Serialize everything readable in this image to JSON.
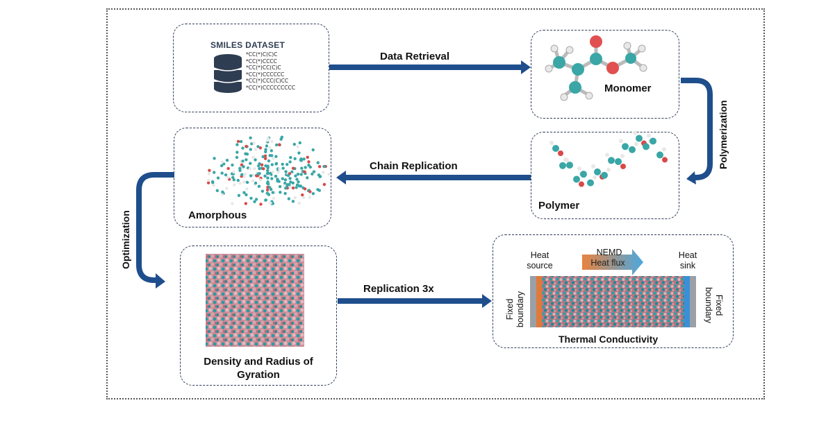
{
  "smiles": {
    "title": "SMILES DATASET",
    "entries": [
      "*CC(*)C(C)C",
      "*CC(*)CCCC",
      "*CC(*)CC(C)C",
      "*CC(*)CCCCCC",
      "*CC(*)CCC(C)CC",
      "*CC(*)CCCCCCCCC"
    ]
  },
  "steps": {
    "data_retrieval": "Data Retrieval",
    "polymerization": "Polymerization",
    "chain_replication": "Chain Replication",
    "optimization": "Optimization",
    "replication": "Replication 3x"
  },
  "boxes": {
    "monomer": "Monomer",
    "polymer": "Polymer",
    "amorphous": "Amorphous",
    "density_line1": "Density and Radius of",
    "density_line2": "Gyration",
    "thermal": "Thermal Conductivity"
  },
  "nemd": {
    "heat_source_1": "Heat",
    "heat_source_2": "source",
    "heat_sink_1": "Heat",
    "heat_sink_2": "sink",
    "nemd_label": "NEMD",
    "heat_flux": "Heat flux",
    "fixed_left": "Fixed boundary",
    "fixed_right": "Fixed boundary"
  },
  "colors": {
    "arrow": "#1f4e8c",
    "box_border": "#2b3a55",
    "carbon": "#3aa6a6",
    "oxygen": "#d94848",
    "hydrogen": "#e8e8e8",
    "heat_source": "#e07a3a",
    "heat_sink": "#3a8fd9"
  }
}
